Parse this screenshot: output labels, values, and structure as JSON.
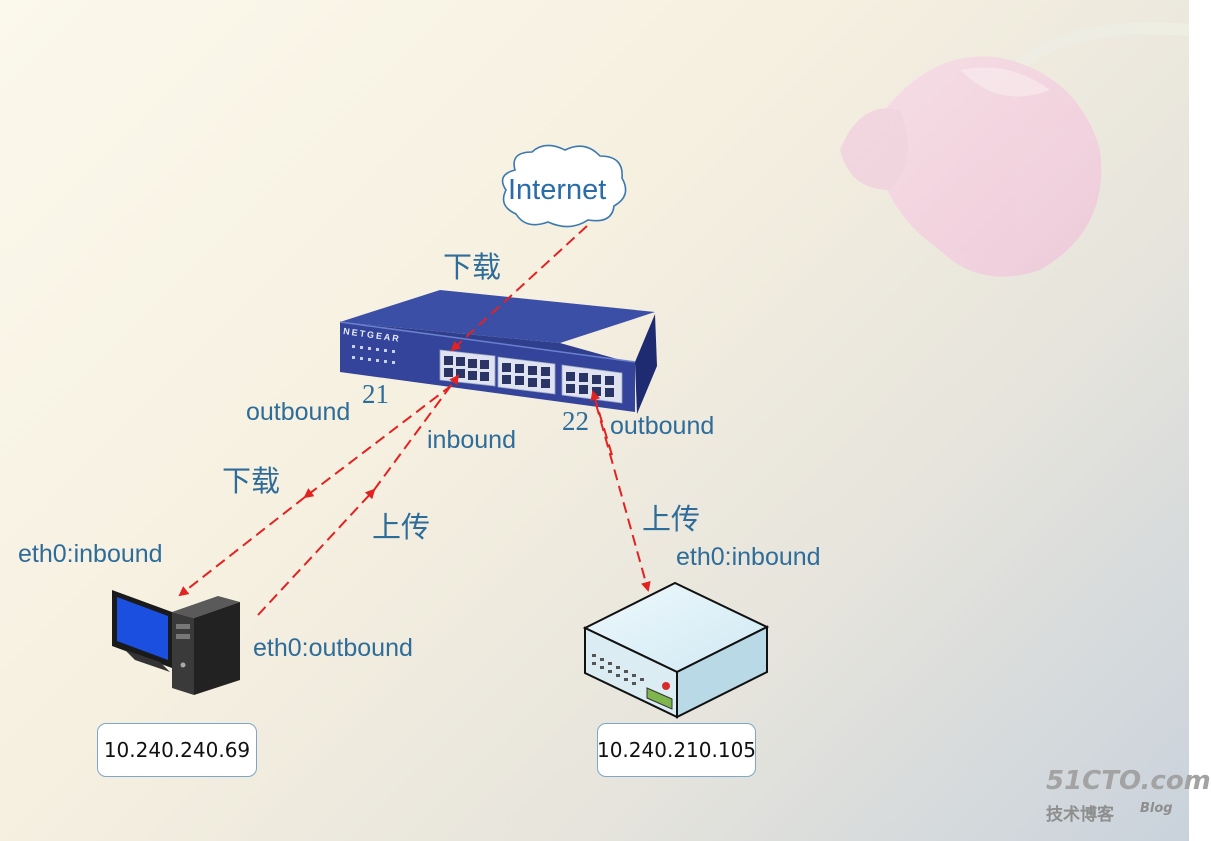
{
  "cloud": {
    "label": "Internet"
  },
  "arrow_labels": {
    "download_top": "下载",
    "download_left": "下载",
    "upload_left": "上传",
    "upload_right": "上传"
  },
  "port_labels": {
    "port21": "21",
    "port22": "22",
    "port21_direction": "outbound",
    "port21_inbound": "inbound",
    "port22_direction": "outbound"
  },
  "switch": {
    "brand": "NETGEAR"
  },
  "pc": {
    "eth_in": "eth0:inbound",
    "eth_out": "eth0:outbound",
    "ip": "10.240.240.69"
  },
  "server": {
    "eth_in": "eth0:inbound",
    "ip": "10.240.210.105"
  },
  "watermark": {
    "main": "51CTO.com",
    "sub1": "技术博客",
    "sub2": "Blog"
  },
  "colors": {
    "arrow": "#e32222",
    "label": "#2e6c9a",
    "switch": "#33449a"
  }
}
